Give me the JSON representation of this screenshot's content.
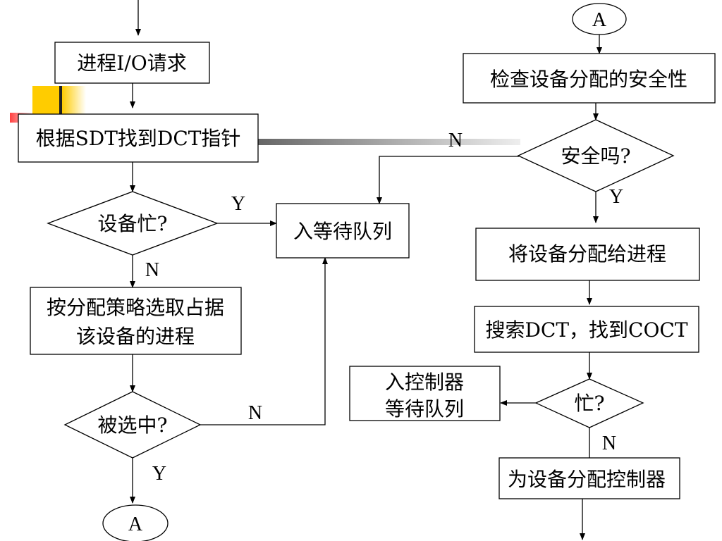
{
  "colors": {
    "line": "#000000",
    "background": "#ffffff",
    "accent_yellow": "#ffcc00",
    "accent_red": "#ff0000",
    "connector_gray": "#888888"
  },
  "nodes": {
    "io_request": "进程I/O请求",
    "find_dct": "根据SDT找到DCT指针",
    "device_busy": "设备忙?",
    "select_line1": "按分配策略选取占据",
    "select_line2": "该设备的进程",
    "selected": "被选中?",
    "connector_a_left": "A",
    "wait_queue": "入等待队列",
    "connector_a_right": "A",
    "check_safety": "检查设备分配的安全性",
    "safe": "安全吗?",
    "allocate_device": "将设备分配给进程",
    "search_dct": "搜索DCT，找到COCT",
    "controller_busy": "忙?",
    "controller_queue_line1": "入控制器",
    "controller_queue_line2": "等待队列",
    "allocate_controller": "为设备分配控制器"
  },
  "labels": {
    "busy_yes": "Y",
    "busy_no": "N",
    "selected_no": "N",
    "selected_yes": "Y",
    "safe_no": "N",
    "safe_yes": "Y",
    "controller_no": "N"
  }
}
